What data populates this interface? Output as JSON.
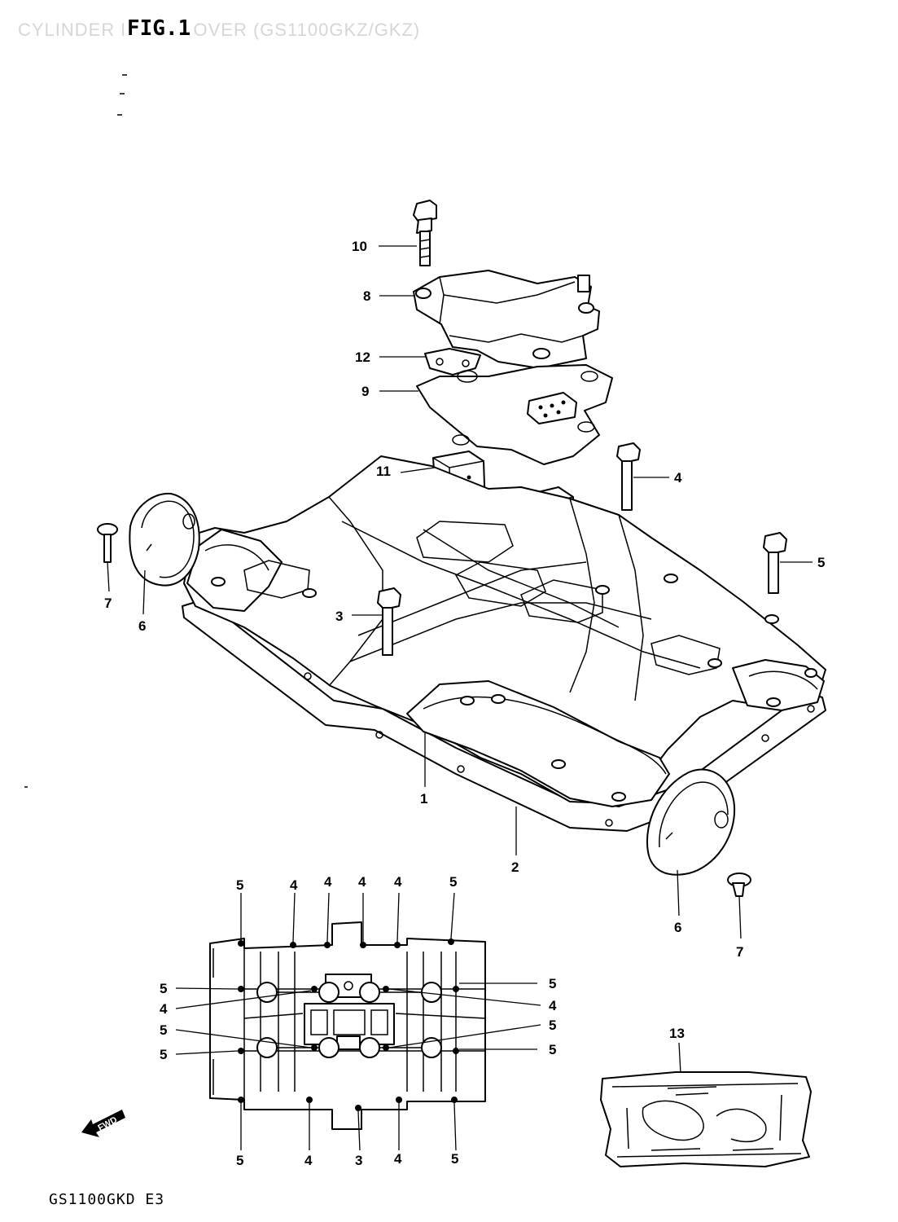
{
  "header": {
    "ghost_title": "CYLINDER HEAD COVER (GS1100GKZ/GKZ)",
    "fig_label": "FIG.1"
  },
  "footer": {
    "model_code": "GS1100GKD E3"
  },
  "callouts": {
    "upper": {
      "c10": "10",
      "c8": "8",
      "c12": "12",
      "c9": "9",
      "c11": "11",
      "c4": "4",
      "c5": "5",
      "c7a": "7",
      "c6a": "6",
      "c3": "3",
      "c1": "1",
      "c2": "2",
      "c6b": "6",
      "c7b": "7"
    },
    "lower": {
      "t1": "5",
      "t2": "4",
      "t3": "4",
      "t4": "4",
      "t5": "4",
      "t6": "5",
      "l1": "5",
      "l2": "4",
      "l3": "5",
      "l4": "5",
      "r1": "5",
      "r2": "4",
      "r3": "5",
      "r4": "5",
      "b1": "5",
      "b2": "4",
      "b3": "3",
      "b4": "4",
      "b5": "5"
    },
    "kit": {
      "c13": "13"
    },
    "fwd": "FWD"
  }
}
